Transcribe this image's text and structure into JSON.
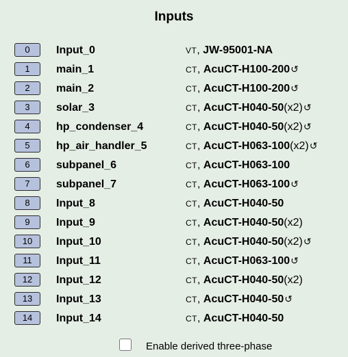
{
  "title": "Inputs",
  "separator": ", ",
  "inputs": [
    {
      "index": "0",
      "name": "Input_0",
      "type": "VT",
      "model": "JW-95001-NA",
      "multiplier": "",
      "reverse": ""
    },
    {
      "index": "1",
      "name": "main_1",
      "type": "CT",
      "model": "AcuCT-H100-200",
      "multiplier": "",
      "reverse": "↺"
    },
    {
      "index": "2",
      "name": "main_2",
      "type": "CT",
      "model": "AcuCT-H100-200",
      "multiplier": "",
      "reverse": "↺"
    },
    {
      "index": "3",
      "name": "solar_3",
      "type": "CT",
      "model": "AcuCT-H040-50",
      "multiplier": "(x2)",
      "reverse": "↺"
    },
    {
      "index": "4",
      "name": "hp_condenser_4",
      "type": "CT",
      "model": "AcuCT-H040-50",
      "multiplier": "(x2)",
      "reverse": "↺"
    },
    {
      "index": "5",
      "name": "hp_air_handler_5",
      "type": "CT",
      "model": "AcuCT-H063-100",
      "multiplier": "(x2)",
      "reverse": "↺"
    },
    {
      "index": "6",
      "name": "subpanel_6",
      "type": "CT",
      "model": "AcuCT-H063-100",
      "multiplier": "",
      "reverse": ""
    },
    {
      "index": "7",
      "name": "subpanel_7",
      "type": "CT",
      "model": "AcuCT-H063-100",
      "multiplier": "",
      "reverse": "↺"
    },
    {
      "index": "8",
      "name": "Input_8",
      "type": "CT",
      "model": "AcuCT-H040-50",
      "multiplier": "",
      "reverse": ""
    },
    {
      "index": "9",
      "name": "Input_9",
      "type": "CT",
      "model": "AcuCT-H040-50",
      "multiplier": "(x2)",
      "reverse": ""
    },
    {
      "index": "10",
      "name": "Input_10",
      "type": "CT",
      "model": "AcuCT-H040-50",
      "multiplier": "(x2)",
      "reverse": "↺"
    },
    {
      "index": "11",
      "name": "Input_11",
      "type": "CT",
      "model": "AcuCT-H063-100",
      "multiplier": "",
      "reverse": "↺"
    },
    {
      "index": "12",
      "name": "Input_12",
      "type": "CT",
      "model": "AcuCT-H040-50",
      "multiplier": "(x2)",
      "reverse": ""
    },
    {
      "index": "13",
      "name": "Input_13",
      "type": "CT",
      "model": "AcuCT-H040-50",
      "multiplier": "",
      "reverse": "↺"
    },
    {
      "index": "14",
      "name": "Input_14",
      "type": "CT",
      "model": "AcuCT-H040-50",
      "multiplier": "",
      "reverse": ""
    }
  ],
  "derived_three_phase": {
    "label": "Enable derived three-phase",
    "checked": false
  },
  "colors": {
    "background": "#e5eee5",
    "index_button": "#b6c1dd"
  }
}
